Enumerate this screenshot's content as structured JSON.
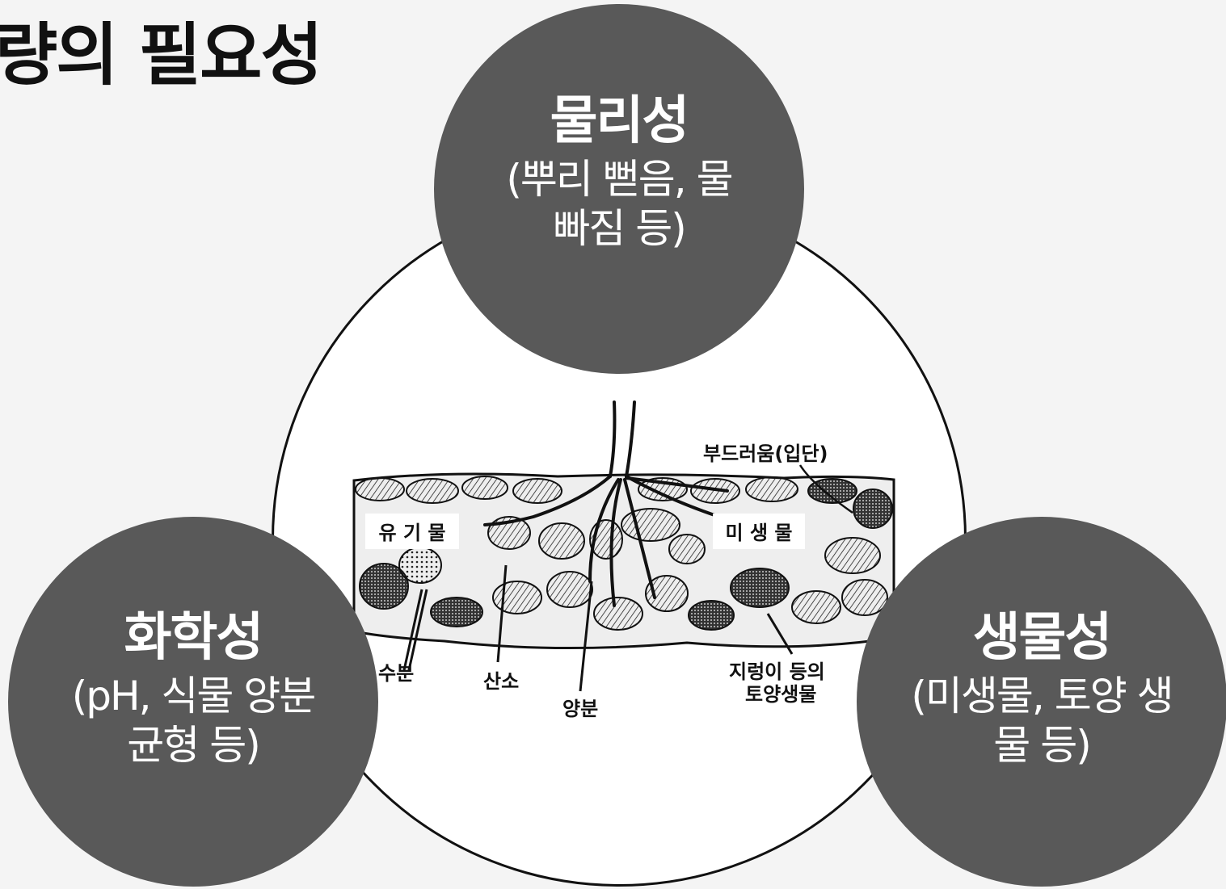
{
  "title": "량의 필요성",
  "circles": {
    "physical": {
      "title": "물리성",
      "desc": "(뿌리 뻗음, 물 빠짐 등)"
    },
    "chemical": {
      "title": "화학성",
      "desc": "(pH, 식물 양분 균형 등)"
    },
    "biological": {
      "title": "생물성",
      "desc": "(미생물, 토양 생물 등)"
    }
  },
  "diagram": {
    "organic_matter": "유 기 물",
    "microbes": "미 생 물",
    "softness": "부드러움(입단)",
    "water": "수분",
    "oxygen": "산소",
    "nutrients": "양분",
    "earthworm_line1": "지렁이 등의",
    "earthworm_line2": "토양생물"
  }
}
